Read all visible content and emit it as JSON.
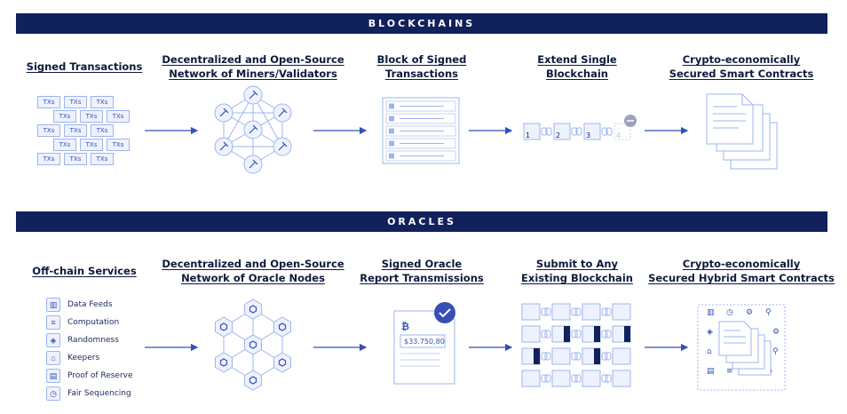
{
  "blockchains": {
    "banner": "BLOCKCHAINS",
    "steps": [
      {
        "line1": "Signed Transactions",
        "line2": ""
      },
      {
        "line1": "Decentralized and Open-Source",
        "line2": "Network of Miners/Validators"
      },
      {
        "line1": "Block of Signed",
        "line2": "Transactions"
      },
      {
        "line1": "Extend Single",
        "line2": "Blockchain"
      },
      {
        "line1": "Crypto-economically",
        "line2": "Secured Smart Contracts"
      }
    ],
    "tx_label": "TXs",
    "block_numbers": [
      "1",
      "2",
      "3",
      "4"
    ]
  },
  "oracles": {
    "banner": "ORACLES",
    "steps": [
      {
        "line1": "Off-chain Services",
        "line2": ""
      },
      {
        "line1": "Decentralized and Open-Source",
        "line2": "Network of Oracle Nodes"
      },
      {
        "line1": "Signed Oracle",
        "line2": "Report Transmissions"
      },
      {
        "line1": "Submit to Any",
        "line2": "Existing Blockchain"
      },
      {
        "line1": "Crypto-economically",
        "line2": "Secured Hybrid Smart Contracts"
      }
    ],
    "services": [
      {
        "label": "Data Feeds",
        "icon": "data-feeds-icon"
      },
      {
        "label": "Computation",
        "icon": "computation-icon"
      },
      {
        "label": "Randomness",
        "icon": "randomness-icon"
      },
      {
        "label": "Keepers",
        "icon": "keepers-icon"
      },
      {
        "label": "Proof of Reserve",
        "icon": "proof-of-reserve-icon"
      },
      {
        "label": "Fair Sequencing",
        "icon": "fair-sequencing-icon"
      }
    ],
    "report_price": "$33.750,80",
    "report_currency_symbol": "₿"
  },
  "colors": {
    "banner": "#10215c",
    "accent": "#3650b8",
    "light_fill": "#eef2fd",
    "light_stroke": "#9fb4ef",
    "dark_block": "#10215c"
  }
}
